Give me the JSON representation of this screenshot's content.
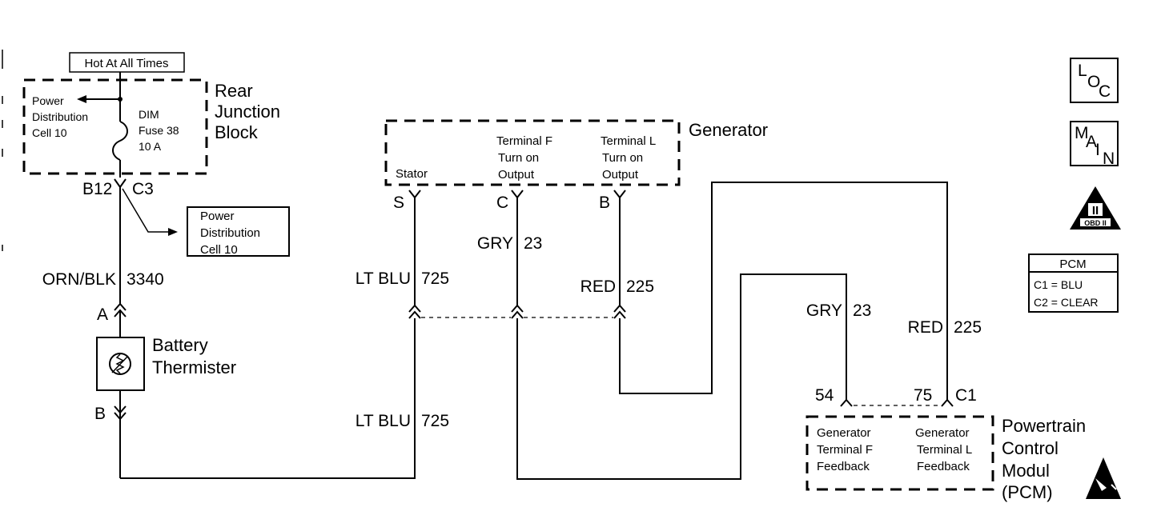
{
  "hot_label": "Hot At All Times",
  "rear_junction_block": {
    "name_lines": [
      "Rear",
      "Junction",
      "Block"
    ],
    "power_distribution_lines": [
      "Power",
      "Distribution",
      "Cell 10"
    ],
    "fuse_lines": [
      "DIM",
      "Fuse 38",
      "10 A"
    ],
    "pin_b": "B12",
    "pin_c": "C3"
  },
  "power_distribution_ref": [
    "Power",
    "Distribution",
    "Cell 10"
  ],
  "generator": {
    "name": "Generator",
    "stator": "Stator",
    "terminal_f_lines": [
      "Terminal F",
      "Turn on",
      "Output"
    ],
    "terminal_l_lines": [
      "Terminal L",
      "Turn on",
      "Output"
    ],
    "pin_s": "S",
    "pin_c": "C",
    "pin_b": "B"
  },
  "wires": {
    "orn_blk": {
      "color": "ORN/BLK",
      "circuit": "3340"
    },
    "lt_blu_top": {
      "color": "LT BLU",
      "circuit": "725"
    },
    "lt_blu_bottom": {
      "color": "LT BLU",
      "circuit": "725"
    },
    "gry_top": {
      "color": "GRY",
      "circuit": "23"
    },
    "red_top": {
      "color": "RED",
      "circuit": "225"
    },
    "gry_pcm": {
      "color": "GRY",
      "circuit": "23"
    },
    "red_pcm": {
      "color": "RED",
      "circuit": "225"
    }
  },
  "thermistor": {
    "pin_a": "A",
    "pin_b": "B",
    "name_lines": [
      "Battery",
      "Thermister"
    ]
  },
  "pcm": {
    "pin_54": "54",
    "pin_75": "75",
    "connector": "C1",
    "terminal_f_lines": [
      "Generator",
      "Terminal F",
      "Feedback"
    ],
    "terminal_l_lines": [
      "Generator",
      "Terminal L",
      "Feedback"
    ],
    "name_lines": [
      "Powertrain",
      "Control",
      "Modul",
      "(PCM)"
    ]
  },
  "legend": {
    "loc": [
      "L",
      "O",
      "C"
    ],
    "main": [
      "M",
      "A",
      "I",
      "N"
    ],
    "obd_numeral": "II",
    "obd_text": "OBD II",
    "pcm_title": "PCM",
    "pcm_c1": "C1 = BLU",
    "pcm_c2": "C2 = CLEAR"
  }
}
